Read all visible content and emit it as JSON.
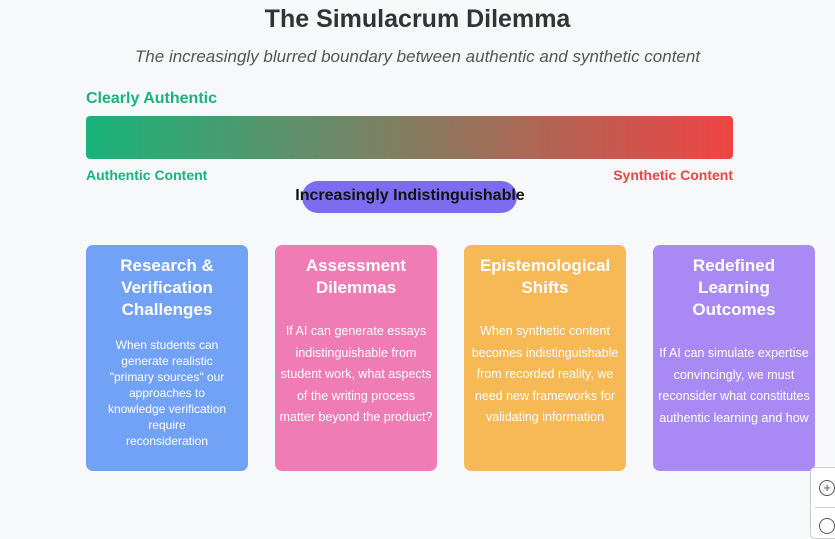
{
  "header": {
    "title": "The Simulacrum Dilemma",
    "subtitle": "The increasingly blurred boundary between authentic and synthetic content"
  },
  "spectrum": {
    "top_label": "Clearly Authentic",
    "left_label": "Authentic Content",
    "right_label": "Synthetic Content",
    "middle_label": "Increasingly Indistinguishable",
    "colors": {
      "authentic": "#19b47c",
      "synthetic": "#ef4444",
      "pill": "#7b6cf0"
    }
  },
  "cards": [
    {
      "title": "Research & Verification Challenges",
      "text": "When students can generate realistic \"primary sources\" our approaches to knowledge verification require reconsideration",
      "color": "#72a2f6"
    },
    {
      "title": "Assessment Dilemmas",
      "text": "If AI can generate essays indistinguishable from student work, what aspects of the writing process matter beyond the product?",
      "color": "#f07cb6"
    },
    {
      "title": "Epistemological Shifts",
      "text": "When synthetic content becomes indistinguishable from recorded reality, we need new frameworks for validating information",
      "color": "#f6b955"
    },
    {
      "title": "Redefined Learning Outcomes",
      "text": "If AI can simulate expertise convincingly, we must reconsider what constitutes authentic learning and how",
      "color": "#a98af4"
    }
  ],
  "zoom": {
    "in_icon": "zoom-in-icon",
    "out_icon": "zoom-out-icon"
  }
}
